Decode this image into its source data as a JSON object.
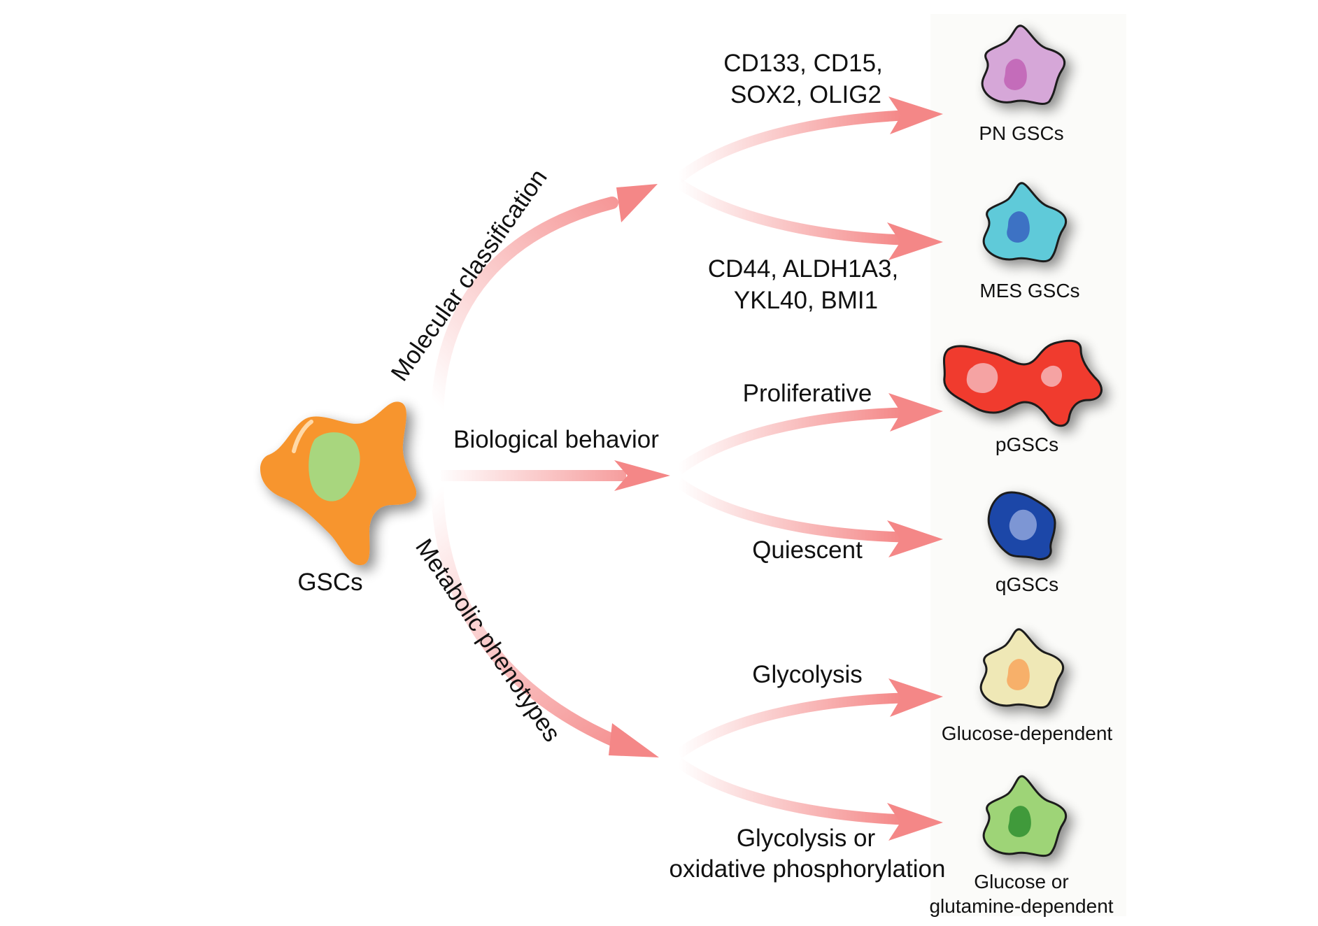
{
  "source": {
    "label": "GSCs",
    "color": "#f7952f",
    "nucleus_color": "#a8d67e"
  },
  "categories": [
    {
      "label": "Molecular classification",
      "branches": [
        {
          "marker_lines": [
            "CD133, CD15,",
            "SOX2, OLIG2"
          ],
          "result": [
            "PN GSCs"
          ],
          "color": "#d6a7d8",
          "nucleus_color": "#c46cba"
        },
        {
          "marker_lines": [
            "CD44, ALDH1A3,",
            "YKL40, BMI1"
          ],
          "result": [
            "MES GSCs"
          ],
          "color": "#5ecad9",
          "nucleus_color": "#3c72c4"
        }
      ]
    },
    {
      "label": "Biological behavior",
      "branches": [
        {
          "marker_lines": [
            "Proliferative"
          ],
          "result": [
            "pGSCs"
          ],
          "color": "#f03a2e",
          "nucleus_color": "#f5a3a3"
        },
        {
          "marker_lines": [
            "Quiescent"
          ],
          "result": [
            "qGSCs"
          ],
          "color": "#1d46a8",
          "nucleus_color": "#7d96d4"
        }
      ]
    },
    {
      "label": "Metabolic phenotypes",
      "branches": [
        {
          "marker_lines": [
            "Glycolysis"
          ],
          "result": [
            "Glucose-dependent"
          ],
          "color": "#efe8b6",
          "nucleus_color": "#f7b06a"
        },
        {
          "marker_lines": [
            "Glycolysis or",
            "oxidative phosphorylation"
          ],
          "result": [
            "Glucose or",
            "glutamine-dependent"
          ],
          "color": "#9ed477",
          "nucleus_color": "#3f9a3a"
        }
      ]
    }
  ],
  "colors": {
    "arrow": "#f48787",
    "outline": "#1a1a1a",
    "panel": "#fbfbf9"
  }
}
